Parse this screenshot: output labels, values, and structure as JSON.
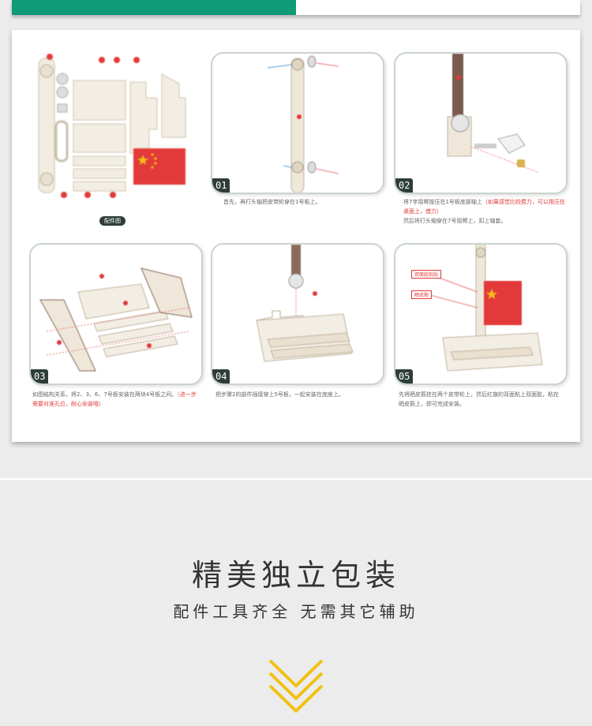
{
  "progress": {
    "fraction": 0.5
  },
  "colors": {
    "green": "#0f9a78",
    "red": "#e23a3a",
    "gold": "#f2c013",
    "dark": "#2e3d3a"
  },
  "parts_badge": "配件图",
  "steps": [
    {
      "num": "01",
      "text": "首先，再打头轴把皮带轮穿在1号板上。",
      "note": ""
    },
    {
      "num": "02",
      "text": "将7字摇臂按压在1号板底部轴上",
      "note": "（如果感觉比较费力，可以用压在桌面上，借力）",
      "text2": "然后将打头轴穿在7号摇臂上，扣上轴套。"
    },
    {
      "num": "03",
      "text": "如图结构关系，将2、3、6、7号板安装在两块4号板之间。",
      "note": "（进一步需要对准孔位，耐心安装哦）"
    },
    {
      "num": "04",
      "text": "把步骤2的部件插接穿上5号板，一起安装在底座上。",
      "note": ""
    },
    {
      "num": "05",
      "text": "先将晒皮筋挂在两个皮带轮上，然后红旗的背面粘上双面胶，粘在晒皮筋上，即可完成安装。",
      "note": ""
    }
  ],
  "labels05": [
    "双面胶粘贴",
    "晒皮筋"
  ],
  "heading": {
    "title": "精美独立包装",
    "subtitle": "配件工具齐全  无需其它辅助"
  },
  "icons": {
    "chevron": "double-chevron-down-icon"
  }
}
